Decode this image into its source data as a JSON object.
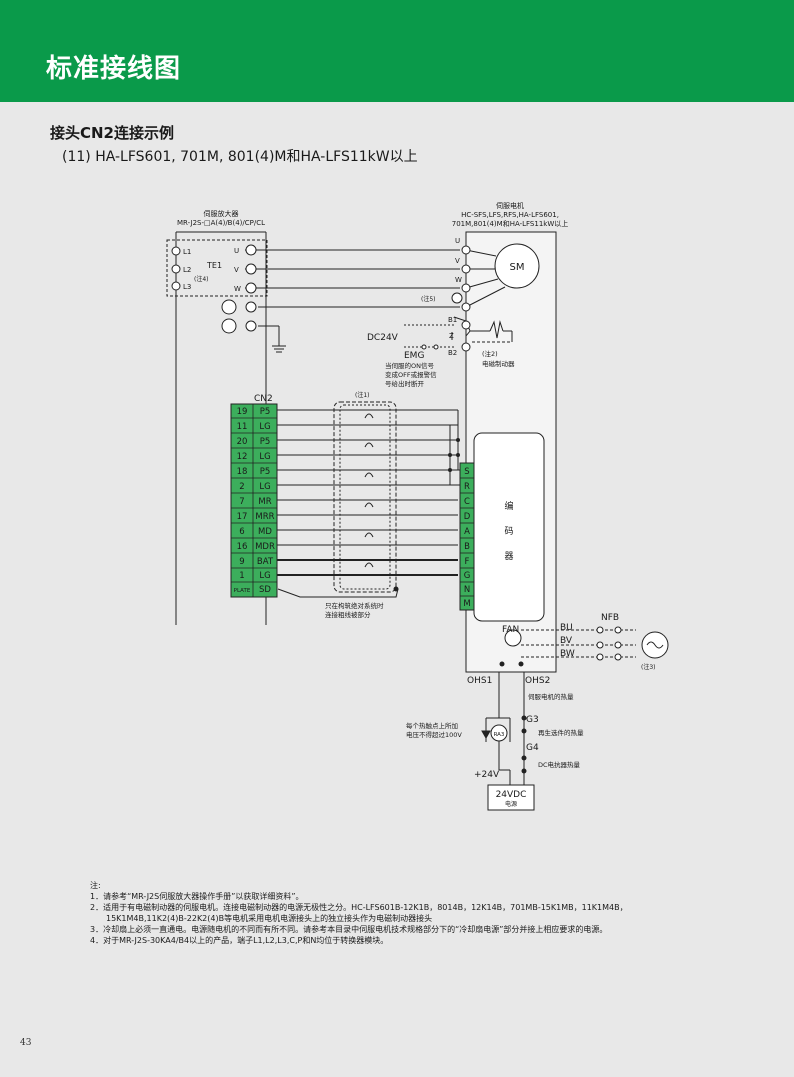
{
  "header": {
    "title": "标准接线图"
  },
  "section": {
    "title": "接头CN2连接示例",
    "subtitle": "(11) HA-LFS601, 701M, 801(4)M和HA-LFS11kW以上"
  },
  "amplifier": {
    "name": "伺服放大器",
    "model": "MR-J2S-□A(4)/B(4)/CP/CL",
    "terminals": [
      "L1",
      "L2",
      "L3"
    ],
    "outputs": [
      "U",
      "V",
      "W"
    ],
    "block": "TE1",
    "note": "(注4)"
  },
  "motor": {
    "name": "伺服电机",
    "models_line1": "HC-SFS,LFS,RFS,HA-LFS601,",
    "models_line2": "701M,801(4)M和HA-LFS11kW以上",
    "terminals": [
      "U",
      "V",
      "W"
    ],
    "label": "SM"
  },
  "ground_note": "(注5)",
  "brake": {
    "b1": "B1",
    "b2": "B2",
    "z": "Z",
    "dc24v": "DC24V",
    "emg": "EMG",
    "desc_line1": "当伺服的ON信号",
    "desc_line2": "变成OFF或报警信",
    "desc_line3": "号给出时断开",
    "note": "(注2)",
    "label": "电磁制动器"
  },
  "cn2": {
    "title": "CN2",
    "pins": [
      {
        "num": "19",
        "sig": "P5"
      },
      {
        "num": "11",
        "sig": "LG"
      },
      {
        "num": "20",
        "sig": "P5"
      },
      {
        "num": "12",
        "sig": "LG"
      },
      {
        "num": "18",
        "sig": "P5"
      },
      {
        "num": "2",
        "sig": "LG"
      },
      {
        "num": "7",
        "sig": "MR"
      },
      {
        "num": "17",
        "sig": "MRR"
      },
      {
        "num": "6",
        "sig": "MD"
      },
      {
        "num": "16",
        "sig": "MDR"
      },
      {
        "num": "9",
        "sig": "BAT"
      },
      {
        "num": "1",
        "sig": "LG"
      },
      {
        "num": "PLATE",
        "sig": "SD"
      }
    ]
  },
  "cable_note": "(注1)",
  "shield_note_line1": "只在构筑绝对系统时",
  "shield_note_line2": "连接粗线被部分",
  "encoder": {
    "pins": [
      "S",
      "R",
      "C",
      "D",
      "A",
      "B",
      "F",
      "G",
      "N",
      "M"
    ],
    "chars": [
      "编",
      "码",
      "器"
    ]
  },
  "fan": {
    "label": "FAN",
    "phases": [
      "BU",
      "BV",
      "BW"
    ],
    "nfb": "NFB",
    "note": "(注3)"
  },
  "thermal": {
    "ohs1": "OHS1",
    "ohs2": "OHS2",
    "motor_heat": "伺服电机的热量",
    "g3": "G3",
    "g4": "G4",
    "regen_heat": "再生选件的热量",
    "dc_heat": "DC电抗器热量",
    "contact_line1": "每个热触点上所加",
    "contact_line2": "电压不得超过100V",
    "ra3": "RA3",
    "plus24": "+24V",
    "psu": "24VDC",
    "psu_sub": "电源"
  },
  "notes": [
    "注:",
    "1．请参考“MR-J2S伺服放大器操作手册”以获取详细资料”。",
    "2．适用于有电磁制动器的伺服电机。连接电磁制动器的电源无极性之分。HC-LFS601B-12K1B，8014B，12K14B，701MB-15K1MB，11K1M4B，",
    "　　15K1M4B,11K2(4)B-22K2(4)B等电机采用电机电源接头上的独立接头作为电磁制动器接头",
    "3．冷却扇上必须一直通电。电源随电机的不同而有所不同。请参考本目录中伺服电机技术规格部分下的“冷却扇电源”部分并接上相应要求的电源。",
    "4．对于MR-J2S-30KA4/B4以上的产品，端子L1,L2,L3,C,P和N均位于转换器模块。"
  ],
  "page_number": "43"
}
